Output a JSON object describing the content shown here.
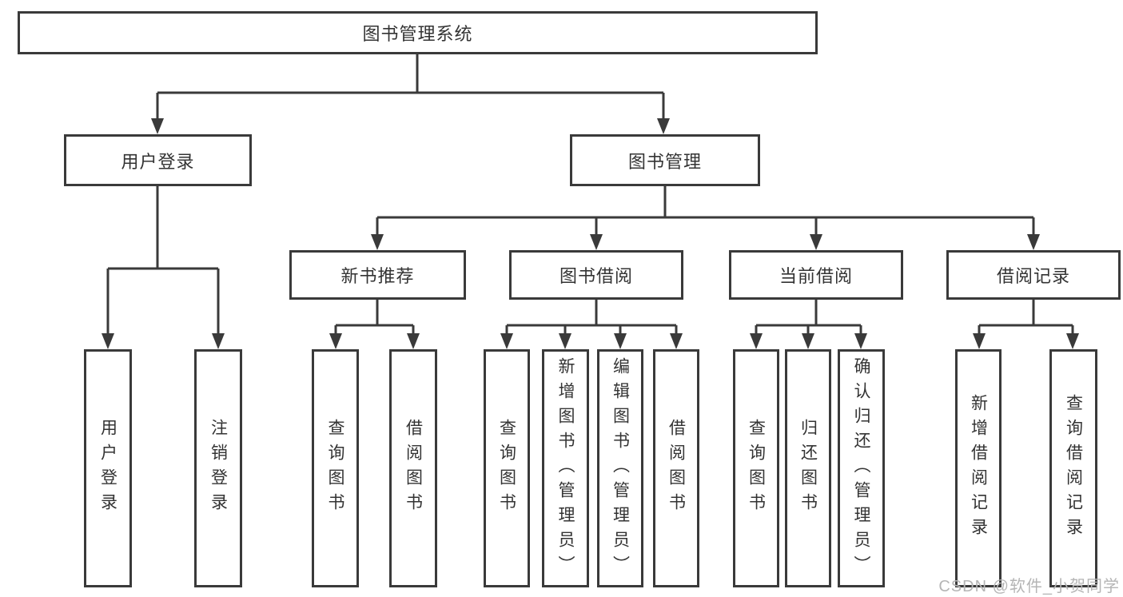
{
  "tree": {
    "root": "图书管理系统",
    "user_login": {
      "label": "用户登录",
      "children": [
        "用户登录",
        "注销登录"
      ]
    },
    "book_mgmt": {
      "label": "图书管理",
      "sections": [
        {
          "label": "新书推荐",
          "children": [
            "查询图书",
            "借阅图书"
          ]
        },
        {
          "label": "图书借阅",
          "children": [
            "查询图书",
            "新增图书（管理员）",
            "编辑图书（管理员）",
            "借阅图书"
          ]
        },
        {
          "label": "当前借阅",
          "children": [
            "查询图书",
            "归还图书",
            "确认归还（管理员）"
          ]
        },
        {
          "label": "借阅记录",
          "children": [
            "新增借阅记录",
            "查询借阅记录"
          ]
        }
      ]
    }
  },
  "watermark": "CSDN @软件_小贺同学",
  "colors": {
    "line": "#3a3a3a",
    "text": "#333333",
    "watermark": "#b5b5b5",
    "background": "#ffffff"
  }
}
